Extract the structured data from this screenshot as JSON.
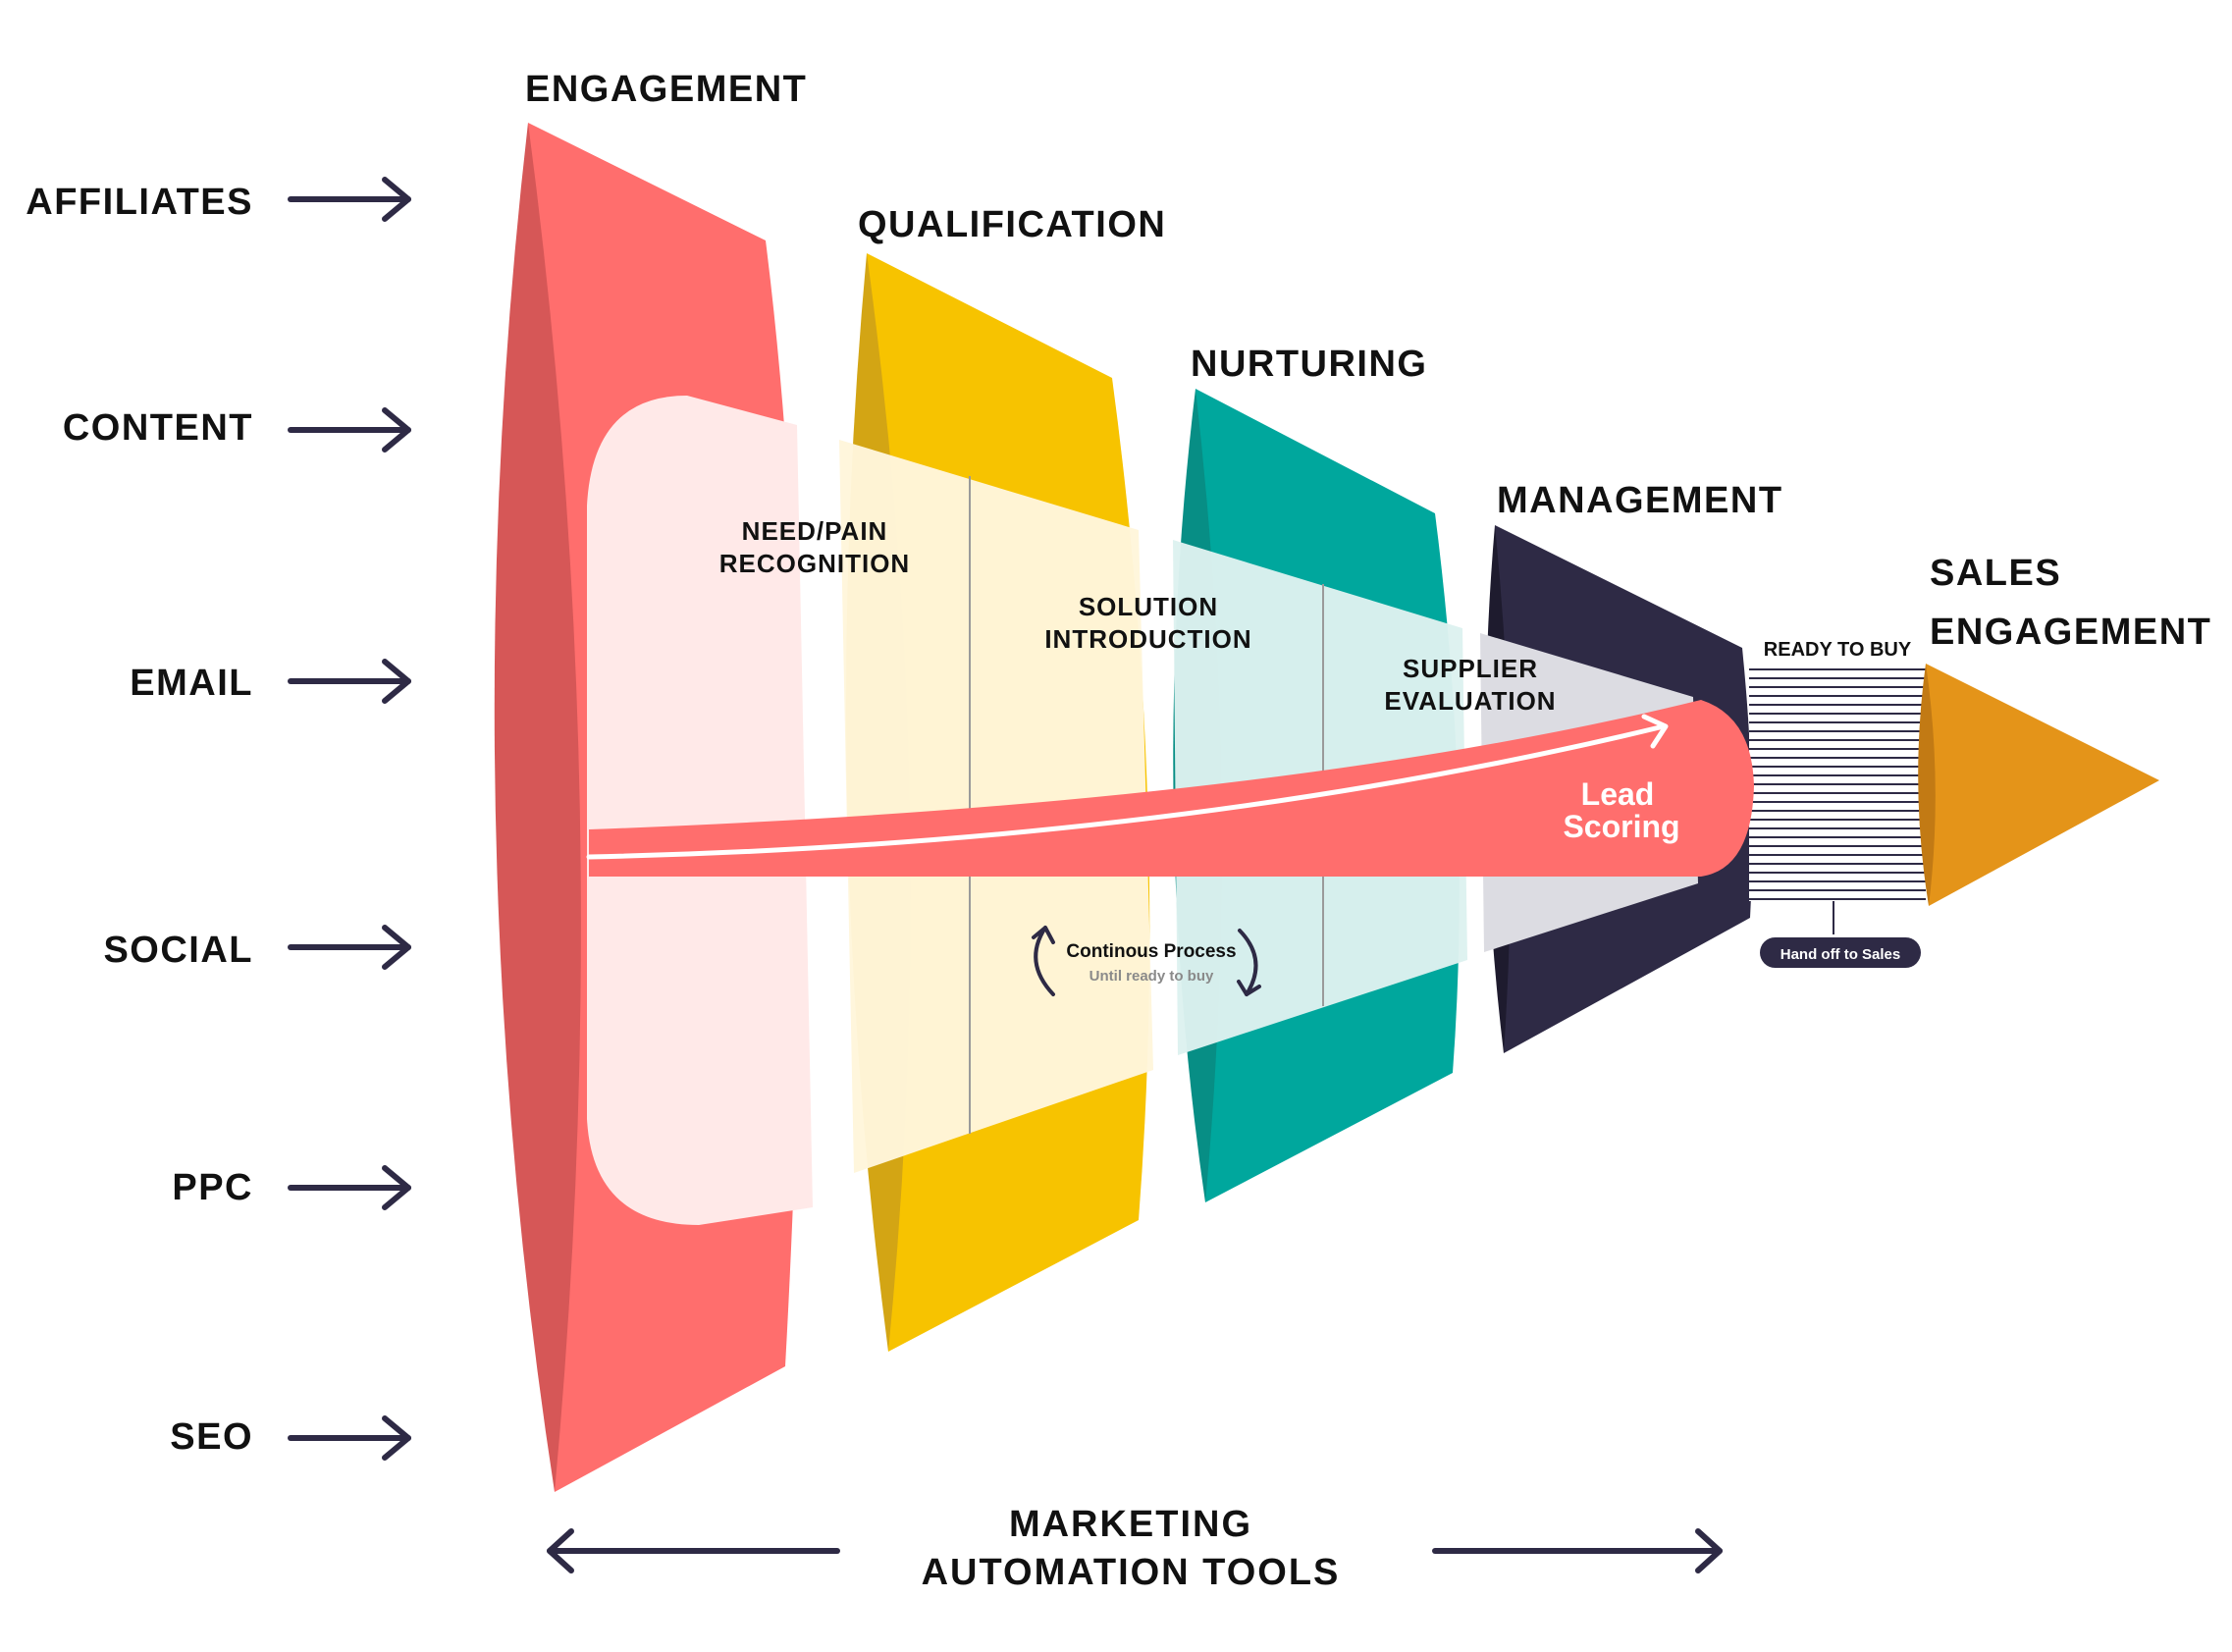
{
  "sources": [
    "AFFILIATES",
    "CONTENT",
    "EMAIL",
    "SOCIAL",
    "PPC",
    "SEO"
  ],
  "stages": {
    "engagement": "ENGAGEMENT",
    "qualification": "QUALIFICATION",
    "nurturing": "NURTURING",
    "management": "MANAGEMENT",
    "sales_line1": "SALES",
    "sales_line2": "ENGAGEMENT"
  },
  "inner": {
    "need_line1": "NEED/PAIN",
    "need_line2": "RECOGNITION",
    "solution_line1": "SOLUTION",
    "solution_line2": "INTRODUCTION",
    "supplier_line1": "SUPPLIER",
    "supplier_line2": "EVALUATION",
    "lead_line1": "Lead",
    "lead_line2": "Scoring",
    "continuous": "Continous Process",
    "until": "Until ready to buy",
    "ready": "READY TO BUY",
    "handoff": "Hand off to Sales"
  },
  "bottom": {
    "line1": "MARKETING",
    "line2": "AUTOMATION TOOLS"
  },
  "colors": {
    "coral": "#FF6E6D",
    "coral_dark": "#D65757",
    "yellow": "#F7C300",
    "yellow_dark": "#D3A514",
    "teal": "#00A79D",
    "teal_dark": "#078E85",
    "navy": "#2E2A45",
    "navy_dark": "#1E1B2E",
    "orange": "#E49419",
    "orange_dark": "#C27A14",
    "arrow": "#2E2A45"
  }
}
